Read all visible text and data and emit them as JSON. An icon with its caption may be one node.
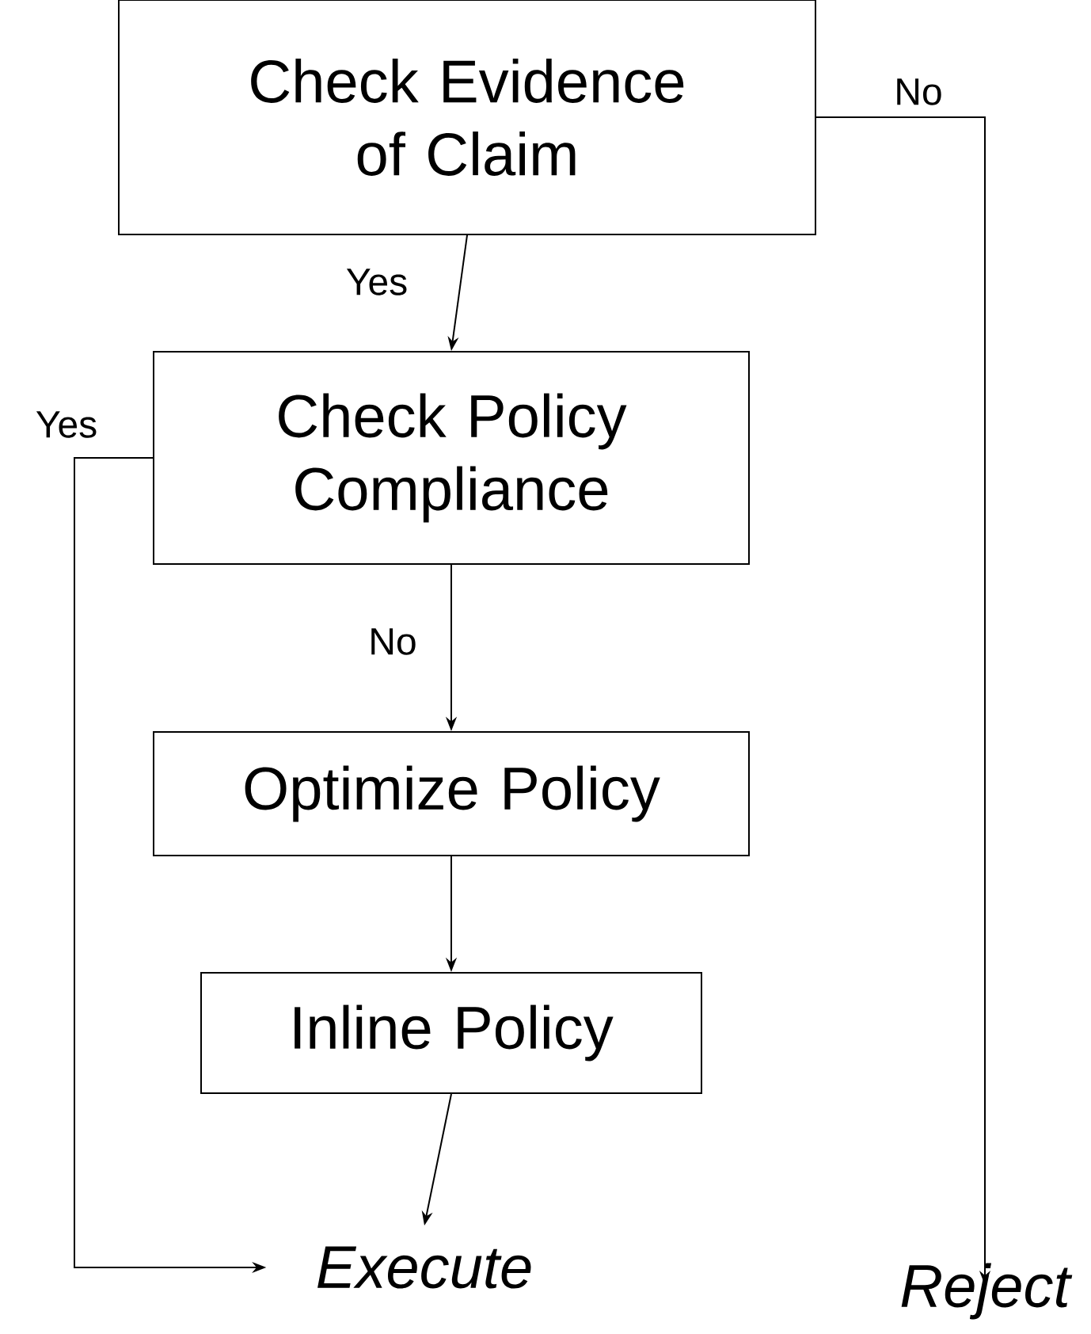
{
  "diagram": {
    "nodes": [
      {
        "text": [
          "Check Evidence of Claim"
        ]
      },
      {
        "text": [
          "Check Policy Compliance"
        ]
      },
      {
        "text": [
          "Optimize Policy"
        ]
      },
      {
        "text": [
          "Inline Policy"
        ]
      },
      {
        "text": [
          "Execute"
        ]
      },
      {
        "text": [
          "Reject"
        ]
      }
    ],
    "edges": [
      {
        "from": 0,
        "to": 1,
        "arrow": "to",
        "label": "Yes"
      },
      {
        "from": 1,
        "to": 4,
        "arrow": "to",
        "label": "Yes"
      },
      {
        "from": 1,
        "to": 2,
        "arrow": "to",
        "label": "No"
      },
      {
        "from": 2,
        "to": 3,
        "arrow": "to"
      },
      {
        "from": 3,
        "to": 4,
        "arrow": "to"
      },
      {
        "from": 0,
        "to": 5,
        "arrow": "to",
        "label": "No"
      }
    ]
  }
}
